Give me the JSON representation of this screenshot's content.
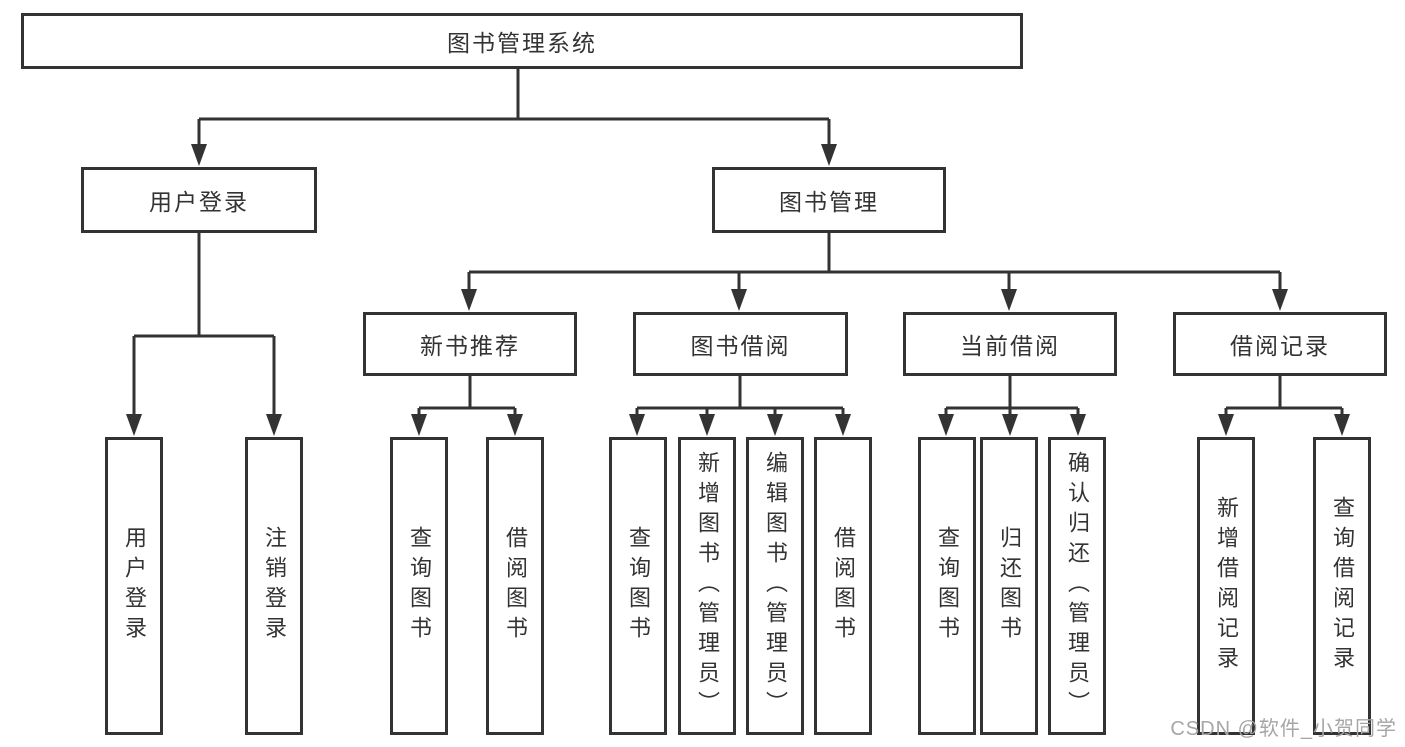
{
  "colors": {
    "background": "#ffffff",
    "line": "#333333",
    "box_border": "#333333",
    "text": "#333333",
    "watermark": "#a6a6a6"
  },
  "diagram": {
    "root": {
      "label": "图书管理系统"
    },
    "branches": [
      {
        "label": "用户登录"
      },
      {
        "label": "图书管理"
      }
    ],
    "modules": [
      {
        "label": "新书推荐"
      },
      {
        "label": "图书借阅"
      },
      {
        "label": "当前借阅"
      },
      {
        "label": "借阅记录"
      }
    ],
    "leaves": [
      {
        "label": "用户登录"
      },
      {
        "label": "注销登录"
      },
      {
        "label": "查询图书"
      },
      {
        "label": "借阅图书"
      },
      {
        "label": "查询图书"
      },
      {
        "label": "新增图书（管理员）"
      },
      {
        "label": "编辑图书（管理员）"
      },
      {
        "label": "借阅图书"
      },
      {
        "label": "查询图书"
      },
      {
        "label": "归还图书"
      },
      {
        "label": "确认归还（管理员）"
      },
      {
        "label": "新增借阅记录"
      },
      {
        "label": "查询借阅记录"
      }
    ]
  },
  "watermark": {
    "text": "CSDN @软件_小贺同学"
  }
}
